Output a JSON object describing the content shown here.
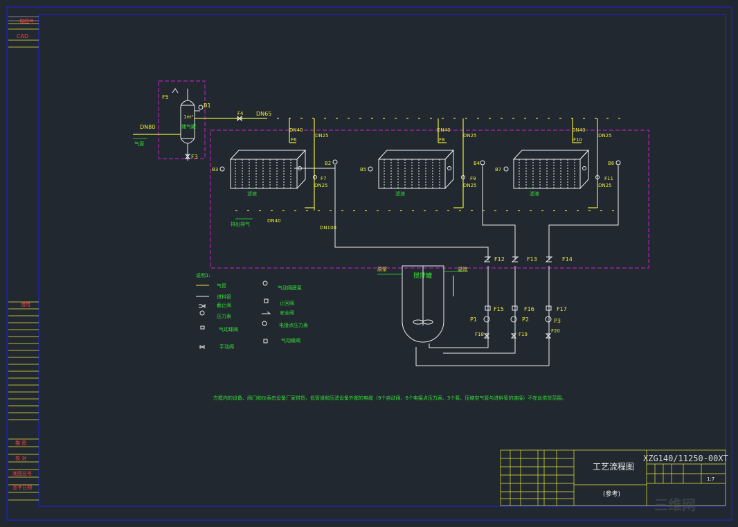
{
  "left_strip": {
    "top_label": "描图号",
    "cad_label": "CAD",
    "mid_label": "借用",
    "b1": "描 图",
    "b2": "校 对",
    "b3": "底图总号",
    "b4": "签字日期"
  },
  "units": {
    "f5": "F5",
    "b1": "B1",
    "f4": "F4",
    "dn65": "DN65",
    "tank_vol": "1m³",
    "tank_name": "储气罐",
    "dn80": "DN80",
    "air_in": "气源",
    "f3": "F3"
  },
  "filter_units": {
    "dn40_1": "DN40",
    "dn25_1": "DN25",
    "f6": "F6",
    "b3": "B3",
    "b2": "B2",
    "f7": "F7",
    "dn25_f7": "DN25",
    "dn40_2": "DN40",
    "dn25_2": "DN25",
    "f8": "F8",
    "b5": "B5",
    "b4": "B4",
    "f9": "F9",
    "dn25_f9": "DN25",
    "dn40_3": "DN40",
    "dn25_3": "DN25",
    "f10": "F10",
    "b7": "B7",
    "b6": "B6",
    "f11": "F11",
    "dn25_f11": "DN25",
    "filtrate_1": "滤液",
    "filtrate_2": "滤液",
    "filtrate_3": "滤液",
    "dn40_bottom": "DN40",
    "exhaust": "排出排气",
    "dn100": "DN100"
  },
  "valves": {
    "f12": "F12",
    "f13": "F13",
    "f14": "F14",
    "f15": "F15",
    "f16": "F16",
    "f17": "F17",
    "p1": "P1",
    "p2": "P2",
    "p3": "P3",
    "f18": "F18",
    "f19": "F19",
    "f20": "F20"
  },
  "mixer": {
    "name": "搅拌罐",
    "feed": "原浆",
    "overflow": "溢流"
  },
  "legend": {
    "title": "说明1:",
    "air_pipe": "气管",
    "slurry_pipe": "进料管",
    "stop_valve": "截止阀",
    "gauge": "压力表",
    "pneumatic_ball": "气动球阀",
    "manual_valve": "手动阀",
    "diaphragm_pump": "气动隔膜泵",
    "check_valve": "止回阀",
    "safety_valve": "安全阀",
    "contact_gauge": "电接点压力表",
    "pneumatic_butterfly": "气动蝶阀"
  },
  "note": "方框内的设备、阀门和仪表由设备厂家供货，低管道和压滤设备外部的电缆（9个自动阀、6个电接点压力表、3个泵、压缩空气管与进料管的连接）不在此供货范围。",
  "title_block": {
    "title": "工艺流程图",
    "drawing_no": "XZG140/11250-00XT",
    "scale": "1:7",
    "ref": "(参考)",
    "watermark": "三维网"
  },
  "colors": {
    "bg": "#212830",
    "frame": "#2323c8",
    "yellow": "#e8e83a",
    "white": "#f0f0f0",
    "magenta": "#d020d0",
    "green": "#35e035",
    "red": "#ff4040"
  }
}
